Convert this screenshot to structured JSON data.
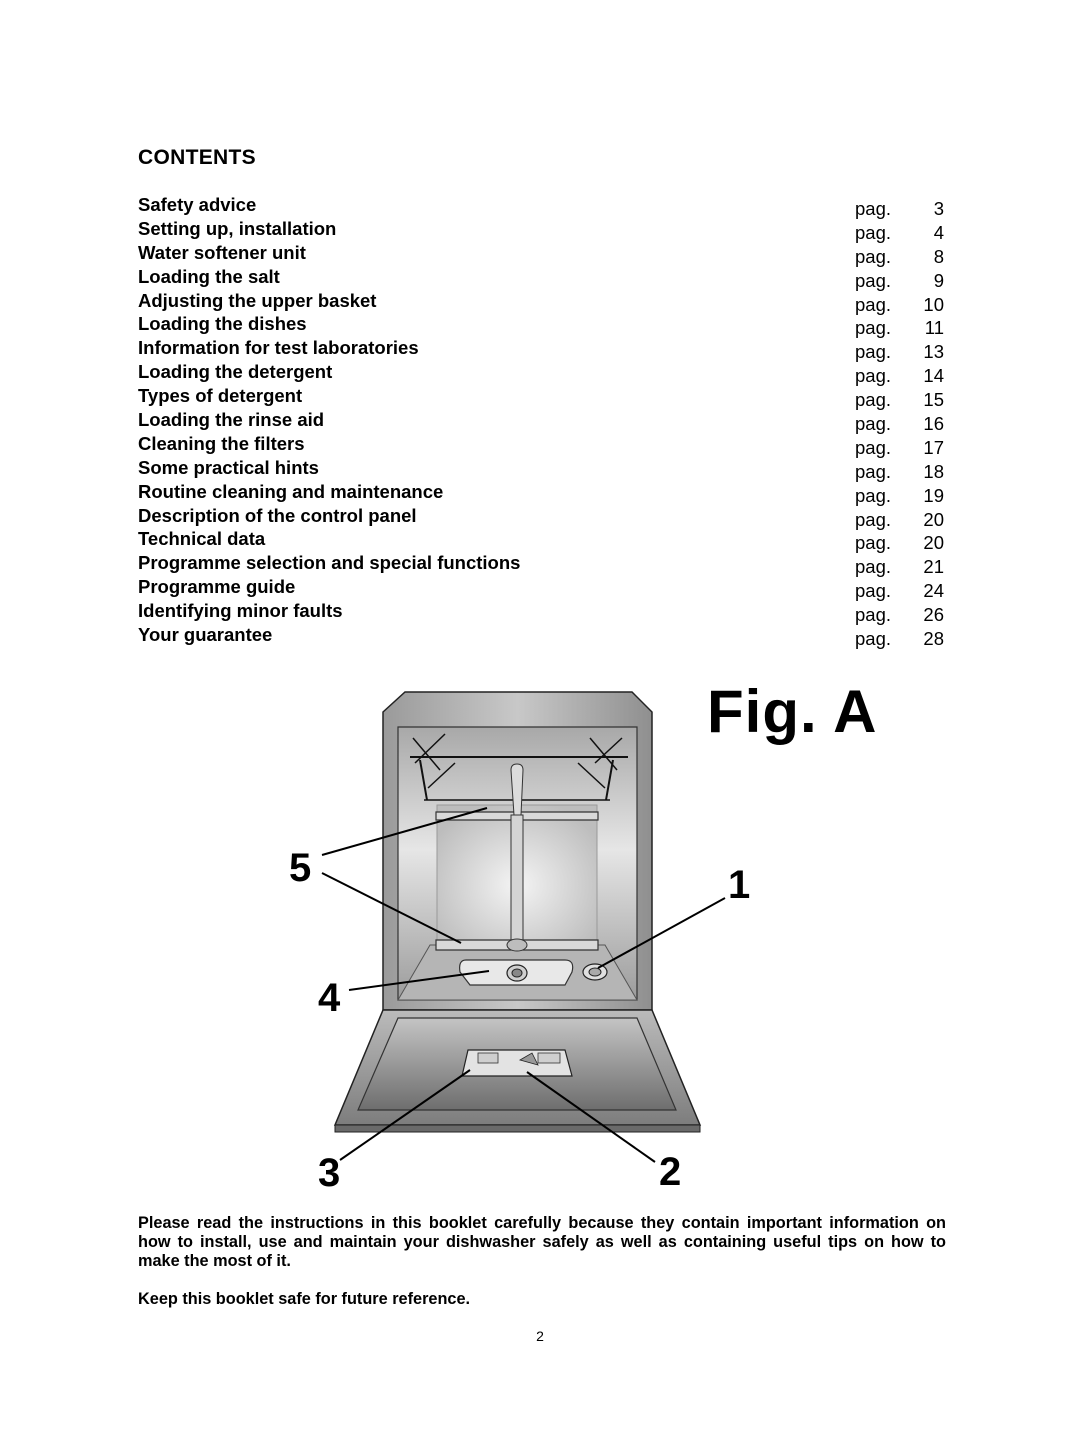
{
  "contents": {
    "title": "CONTENTS",
    "prefix": "pag.",
    "items": [
      {
        "label": "Safety advice",
        "page": "3"
      },
      {
        "label": "Setting up, installation",
        "page": "4"
      },
      {
        "label": "Water softener unit",
        "page": "8"
      },
      {
        "label": "Loading the salt",
        "page": "9"
      },
      {
        "label": "Adjusting the upper basket",
        "page": "10"
      },
      {
        "label": "Loading the dishes",
        "page": "11"
      },
      {
        "label": "Information for test laboratories",
        "page": "13"
      },
      {
        "label": "Loading the detergent",
        "page": "14"
      },
      {
        "label": "Types of detergent",
        "page": "15"
      },
      {
        "label": "Loading the rinse aid",
        "page": "16"
      },
      {
        "label": "Cleaning the filters",
        "page": "17"
      },
      {
        "label": "Some practical hints",
        "page": "18"
      },
      {
        "label": "Routine cleaning and maintenance",
        "page": "19"
      },
      {
        "label": "Description of the control panel",
        "page": "20"
      },
      {
        "label": "Technical data",
        "page": "20"
      },
      {
        "label": "Programme selection and special functions",
        "page": "21"
      },
      {
        "label": "Programme guide",
        "page": "24"
      },
      {
        "label": "Identifying minor faults",
        "page": "26"
      },
      {
        "label": "Your guarantee",
        "page": "28"
      }
    ]
  },
  "figure": {
    "title": "Fig. A",
    "callouts": [
      "1",
      "2",
      "3",
      "4",
      "5"
    ]
  },
  "intro_text": "Please read the instructions in this booklet carefully because they contain important information on how to install, use and maintain your dishwasher safely as well as containing useful tips on how to make the most of it.",
  "keep_text": "Keep this booklet safe for future reference.",
  "page_number": "2"
}
